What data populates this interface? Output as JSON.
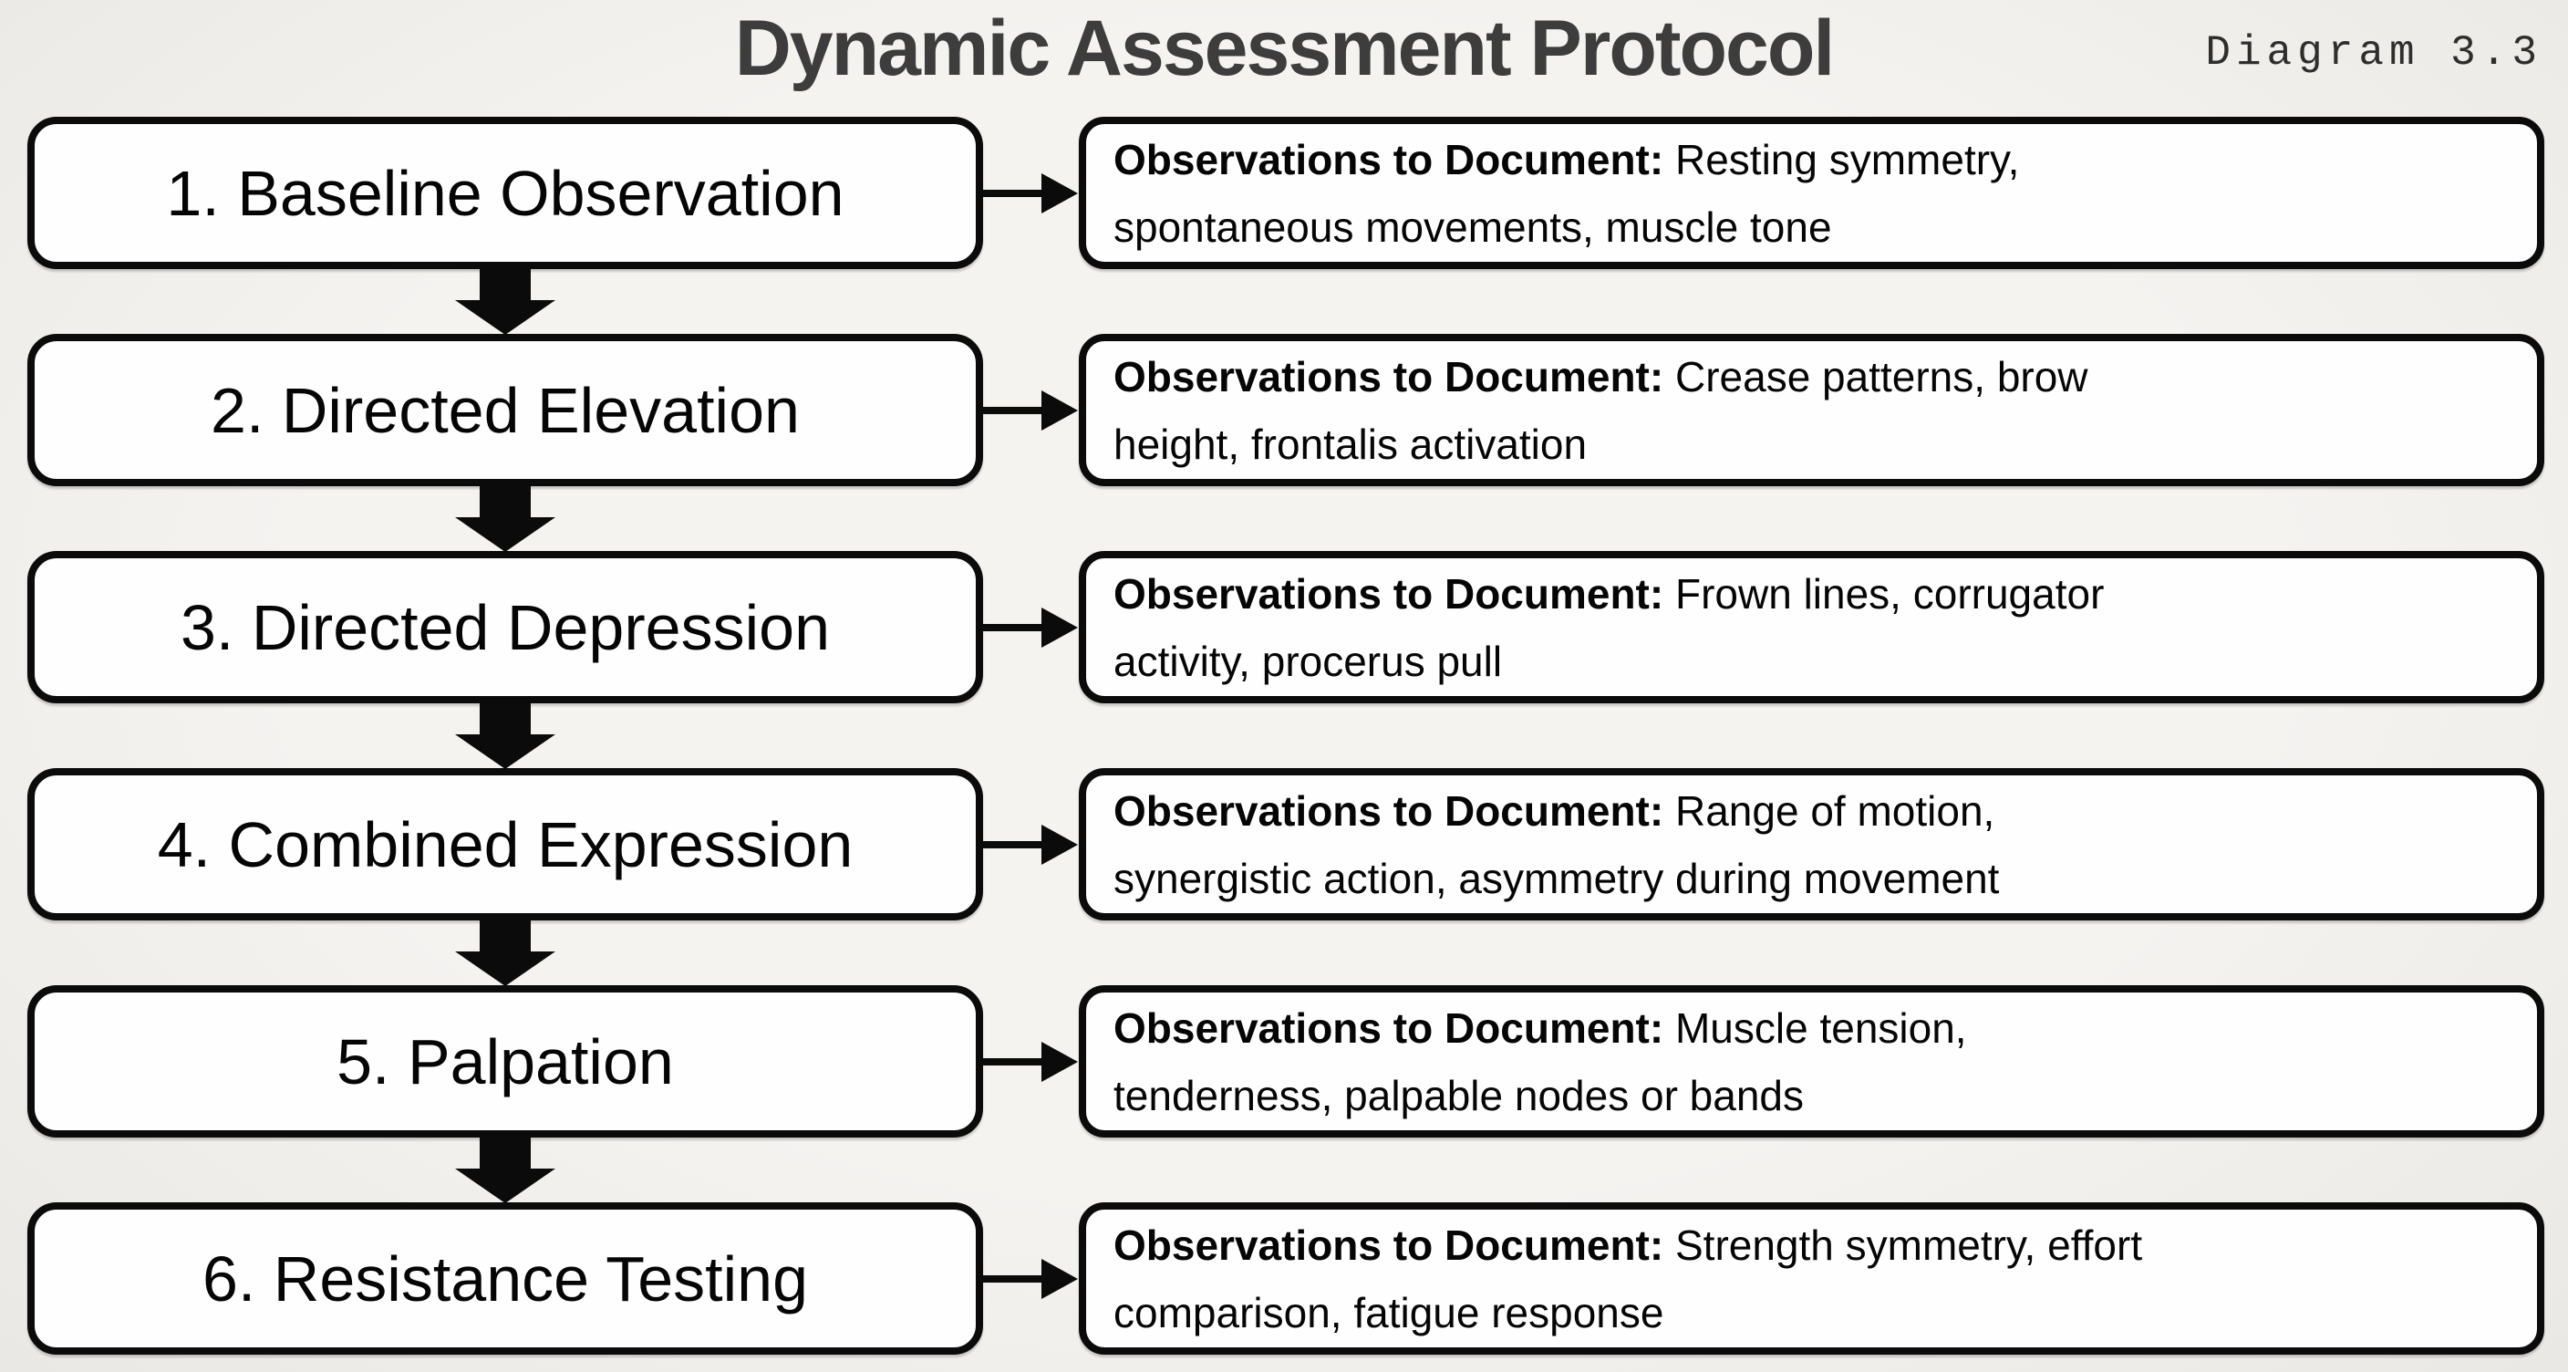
{
  "header": {
    "title": "Dynamic Assessment Protocol",
    "diagram_label": "Diagram 3.3"
  },
  "colors": {
    "background": "#f5f3f0",
    "box_fill": "#fefefe",
    "line_color": "#0b0b0b",
    "title_color": "#3d3d3d",
    "label_color": "#2e2e2e"
  },
  "flow": {
    "observations_label": "Observations to Document:",
    "steps": [
      {
        "step": "1. Baseline Observation",
        "observations": [
          "Resting symmetry,",
          "spontaneous movements, muscle tone"
        ]
      },
      {
        "step": "2. Directed Elevation",
        "observations": [
          "Crease patterns, brow",
          "height, frontalis activation"
        ]
      },
      {
        "step": "3. Directed Depression",
        "observations": [
          "Frown lines, corrugator",
          "activity, procerus pull"
        ]
      },
      {
        "step": "4. Combined Expression",
        "observations": [
          "Range of motion,",
          "synergistic action, asymmetry during movement"
        ]
      },
      {
        "step": "5. Palpation",
        "observations": [
          "Muscle tension,",
          "tenderness, palpable nodes or bands"
        ]
      },
      {
        "step": "6. Resistance Testing",
        "observations": [
          "Strength symmetry, effort",
          "comparison, fatigue response"
        ]
      }
    ]
  }
}
